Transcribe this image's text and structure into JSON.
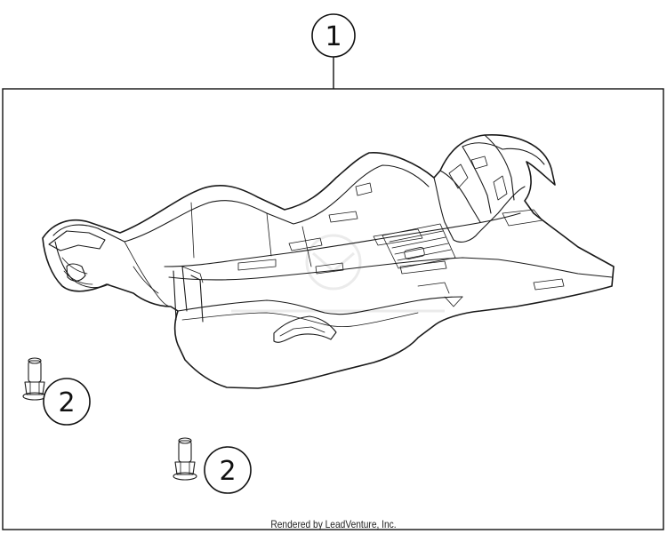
{
  "callouts": [
    {
      "number": "1",
      "part": "skid-plate"
    },
    {
      "number": "2",
      "part": "bolt"
    },
    {
      "number": "2",
      "part": "bolt"
    }
  ],
  "footer": {
    "text": "Rendered by LeadVenture, Inc."
  }
}
